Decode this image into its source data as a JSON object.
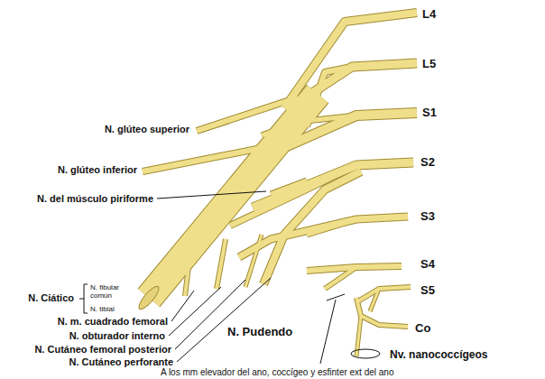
{
  "diagram": {
    "labels": [
      "L4",
      "L5",
      "S1",
      "S2",
      "S3",
      "S4",
      "S5",
      "Co",
      "N. glúteo superior",
      "N. glúteo inferior",
      "N. del músculo piriforme",
      "N. Ciático",
      "N. fibular común",
      "N. tibial",
      "N. m. cuadrado femoral",
      "N. obturador interno",
      "N. Cutáneo femoral posterior",
      "N. Cutáneo perforante",
      "N. Pudendo",
      "Nv. nanococcígeos",
      "A los mm elevador del ano, coccígeo y esfinter ext del ano"
    ]
  }
}
